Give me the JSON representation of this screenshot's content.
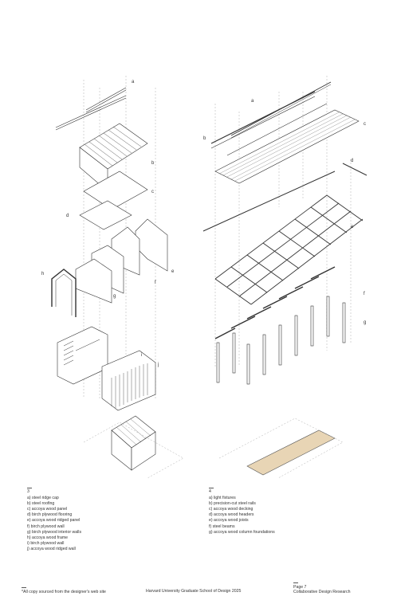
{
  "labels_left": [
    "a",
    "b",
    "c",
    "d",
    "e",
    "f",
    "g",
    "h",
    "i",
    "j"
  ],
  "labels_right": [
    "a",
    "b",
    "c",
    "d",
    "e",
    "f",
    "g"
  ],
  "legend_left": {
    "number": "3",
    "items": [
      "a) steel ridge cap",
      "b) steel roofing",
      "c) accoya wood panel",
      "d) birch plywood flooring",
      "e) accoya wood ridged panel",
      "f) birch plywood wall",
      "g) birch plywood interior walls",
      "h) accoya wood frame",
      "i) birch plywood wall",
      "j) accoya wood ridged wall"
    ]
  },
  "legend_right": {
    "number": "4",
    "items": [
      "a) light fixtures",
      "b) precision-cut steel rails",
      "c) accoya wood decking",
      "d) accoya wood headers",
      "e) accoya wood joists",
      "f) steel beams",
      "g) accoya wood column foundations"
    ]
  },
  "footer": {
    "note": "*All copy sourced from the designer's web site",
    "school": "Harvard University Graduate School of Design 2025",
    "page": "Page 7",
    "section": "Collaborative Design Research"
  },
  "colors": {
    "line": "#333333",
    "guide": "#9a9a9a",
    "deck_fill": "#e8d5b5"
  }
}
